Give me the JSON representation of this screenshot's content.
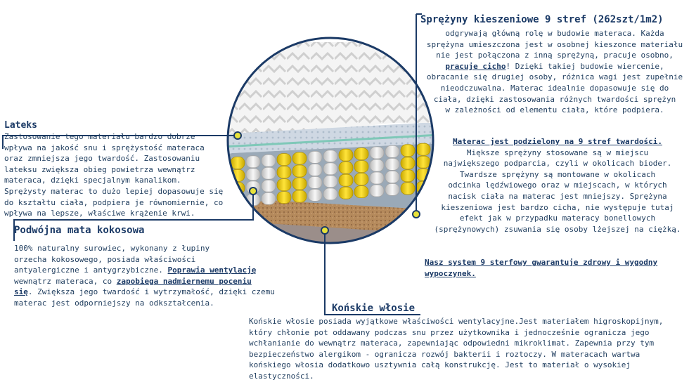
{
  "sprezyny": {
    "title": "Sprężyny kieszeniowe 9 stref (262szt/1m2)",
    "lines": [
      [
        "odgrywają główną rolę w budowie materaca. Każda"
      ],
      [
        "sprężyna umieszczona jest w osobnej kieszonce materiału"
      ],
      [
        "nie jest połączona z inną sprężyną, pracuje osobno,"
      ],
      [
        "pracuje cicho",
        "! Dzięki takiej budowie wiercenie,"
      ],
      [
        "obracanie się drugiej osoby, różnica wagi jest zupełnie"
      ],
      [
        "nieodczuwalna. Materac idealnie dopasowuje się do"
      ],
      [
        "ciała, dzięki zastosowania różnych twardości sprężyn"
      ],
      [
        "w zależności od elementu ciała, które podpiera."
      ]
    ]
  },
  "strefy": {
    "heading": "Materac jest podzielony na 9 stref twardości.",
    "lines": [
      "Miększe sprężyny stosowane są w miejscu",
      "największego podparcia, czyli w okolicach bioder.",
      "Twardsze sprężyny są montowane w okolicach",
      "odcinka lędźwiowego oraz w miejscach, w których",
      "nacisk ciała na materac jest mniejszy. Sprężyna",
      "kieszeniowa jest bardzo cicha, nie występuje tutaj",
      "efekt jak w przypadku materacy bonellowych",
      "(sprężynowych) zsuwania się osoby lżejszej na ciężką."
    ]
  },
  "system": {
    "lines": [
      "Nasz system 9 sterfowy gwarantuje zdrowy i wygodny",
      "wypoczynek."
    ]
  },
  "lateks": {
    "title": "Lateks",
    "lines": [
      "Zastosowanie tego materiału bardzo dobrze",
      "wpływa na jakość snu i sprężystość materaca",
      "oraz zmniejsza jego twardość. Zastosowaniu",
      "lateksu zwiększa obieg powietrza wewnątrz",
      "materaca, dzięki specjalnym kanalikom.",
      "Sprężysty materac to dużo lepiej dopasowuje się",
      "do kształtu ciała, podpiera je równomiernie, co",
      "wpływa na lepsze, właściwe krążenie krwi."
    ]
  },
  "mata": {
    "title": "Podwójna mata kokosowa",
    "line1": "100% naturalny surowiec, wykonany z łupiny",
    "line2": "orzecha kokosowego, posiada właściwości",
    "line3_a": "antyalergiczne i antygrzybiczne. ",
    "line3_b": "Poprawia wentylację",
    "line4_a": "wewnątrz materaca, co ",
    "line4_b": "zapobiega nadmiernemu poceniu",
    "line5_a": "się",
    "line5_b": ". Zwiększa jego twardość i wytrzymałość, dzięki czemu",
    "line6": "materac jest odporniejszy na odkształcenia."
  },
  "konskie": {
    "title": "Końskie włosie",
    "lines": [
      "Końskie włosie posiada wyjątkowe właściwości wentylacyjne.Jest materiałem higroskopijnym,",
      "który chłonie pot oddawany podczas snu przez użytkownika i jednocześnie ogranicza jego",
      "wchłanianie do wewnątrz materaca, zapewniając odpowiedni mikroklimat. Zapewnia przy tym",
      "bezpieczeństwo alergikom - ogranicza rozwój bakterii i roztoczy. W materacach wartwa",
      "końskiego włosia dodatkowo usztywnia całą konstrukcję. Jest to materiał o wysokiej",
      "elastyczności."
    ]
  },
  "colors": {
    "accent": "#1b3a66",
    "text": "#1f3d5e",
    "spring_yellow": "#f2d21a",
    "spring_white": "#e8e8e8",
    "marker": "#e8e23a"
  }
}
